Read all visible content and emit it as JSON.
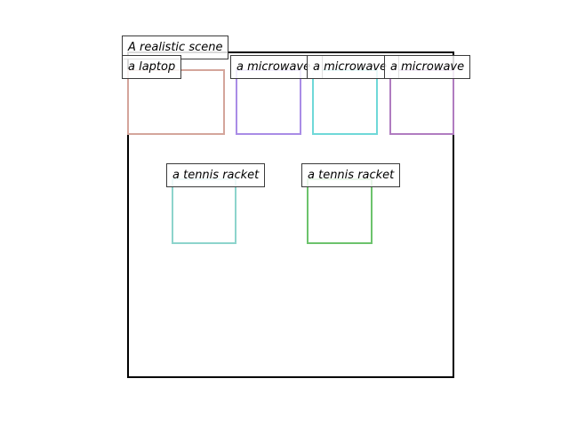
{
  "scene": {
    "caption": "A realistic scene",
    "frame_color": "#000000"
  },
  "objects": [
    {
      "label": "a laptop",
      "color": "#d4a59b"
    },
    {
      "label": "a microwave",
      "color": "#a98ce6"
    },
    {
      "label": "a microwave",
      "color": "#6fd8d8"
    },
    {
      "label": "a microwave",
      "color": "#b07cc0"
    },
    {
      "label": "a tennis racket",
      "color": "#8dd4cc"
    },
    {
      "label": "a tennis racket",
      "color": "#6cc36c"
    }
  ]
}
